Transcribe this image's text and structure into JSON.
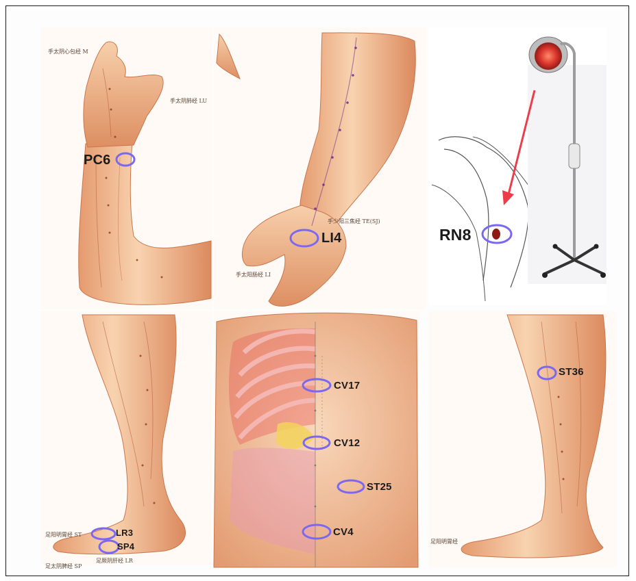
{
  "diagram": {
    "points": [
      {
        "id": "pc6",
        "label": "PC6"
      },
      {
        "id": "li4",
        "label": "LI4"
      },
      {
        "id": "rn8",
        "label": "RN8"
      },
      {
        "id": "st36",
        "label": "ST36"
      },
      {
        "id": "cv17",
        "label": "CV17"
      },
      {
        "id": "cv12",
        "label": "CV12"
      },
      {
        "id": "st25",
        "label": "ST25"
      },
      {
        "id": "cv4",
        "label": "CV4"
      },
      {
        "id": "lr3",
        "label": "LR3"
      },
      {
        "id": "sp4",
        "label": "SP4"
      }
    ],
    "meridian_captions": {
      "hand_upper": "手太阴心包经 M",
      "hand_right": "手太阴肺经 LU",
      "arm_sj": "手少阳三焦经 TE(SJ)",
      "arm_li": "手太阳肠经 LI",
      "foot_left_a": "足阳明胃经 ST",
      "foot_left_b": "足太阴脾经 SP",
      "foot_left_c": "足厥阴肝经 LR",
      "foot_right": "足阳明胃经"
    },
    "colors": {
      "marker": "#7b68ee",
      "skin_light": "#f6c9a1",
      "skin_dark": "#d8835a",
      "lamp_red": "#d9342b",
      "arrow": "#ee3b4a"
    },
    "icons": [
      "infrared-heat-lamp-icon"
    ]
  }
}
